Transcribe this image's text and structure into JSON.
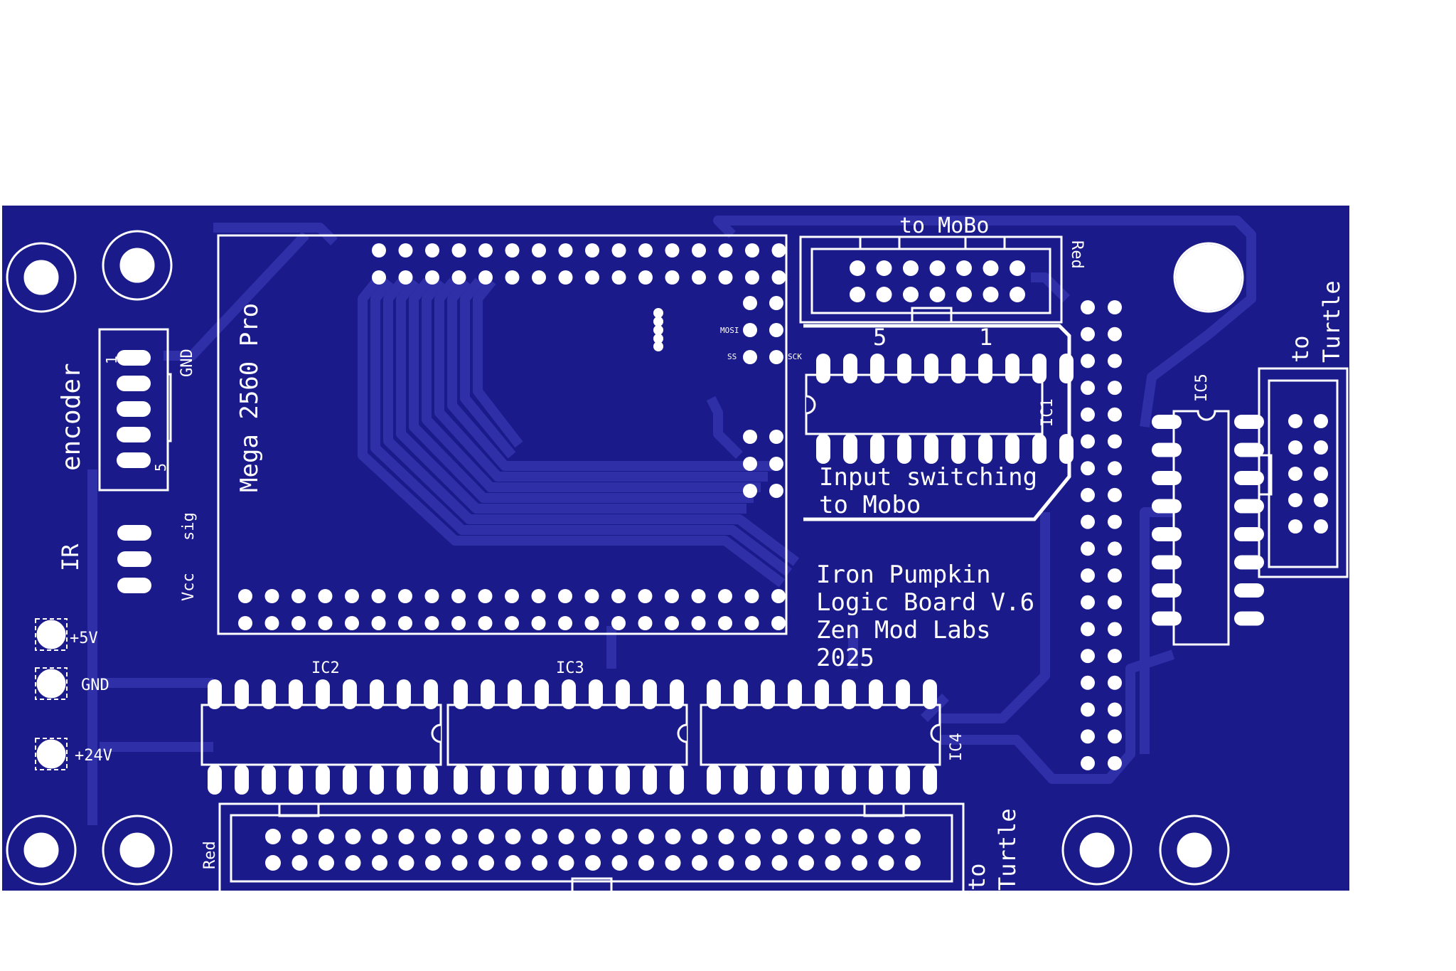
{
  "colors": {
    "board": "#1a1a8a",
    "copper": "#2f2fa8",
    "silk": "#ffffff",
    "background": "#ffffff"
  },
  "labels": {
    "to_mobo": "to MoBo",
    "red_top": "Red",
    "pin_5": "5",
    "pin_1": "1",
    "mega": "Mega 2560 Pro",
    "mosi": "MOSI",
    "ss": "SS",
    "sck": "SCK",
    "ic1": "IC1",
    "ic2": "IC2",
    "ic3": "IC3",
    "ic4": "IC4",
    "ic5": "IC5",
    "input_switching_1": "Input switching",
    "input_switching_2": "to Mobo",
    "title_1": "Iron Pumpkin",
    "title_2": "Logic Board V.6",
    "title_3": "Zen Mod Labs",
    "title_4": "2025",
    "encoder": "encoder",
    "enc_1": "1",
    "enc_5": "5",
    "gnd_enc": "GND",
    "ir": "IR",
    "sig": "sig",
    "vcc": "Vcc",
    "plus5v": "+5V",
    "gnd": "GND",
    "plus24v": "+24V",
    "to_turtle_right_1": "to",
    "to_turtle_right_2": "Turtle",
    "to_turtle_bottom_1": "to",
    "to_turtle_bottom_2": "Turtle",
    "red_bottom": "Red"
  }
}
